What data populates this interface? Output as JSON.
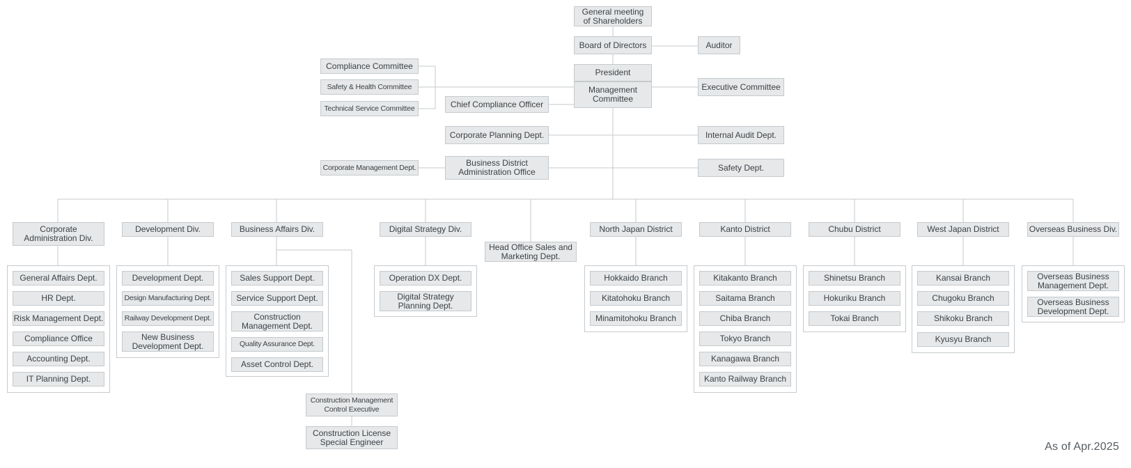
{
  "top": {
    "shareholders": "General meeting\nof Shareholders",
    "board": "Board of  Directors",
    "auditor": "Auditor",
    "president": "President",
    "management_committee": "Management\nCommittee",
    "executive_committee": "Executive Committee",
    "compliance_committee": "Compliance Committee",
    "safety_health_committee": "Safety & Health Committee",
    "technical_service_committee": "Technical Service Committee",
    "chief_compliance_officer": "Chief Compliance Officer",
    "corporate_planning": "Corporate Planning Dept.",
    "internal_audit": "Internal Audit Dept.",
    "corporate_management": "Corporate Management Dept.",
    "business_district_office": "Business District\nAdministration Office",
    "safety_dept": "Safety Dept."
  },
  "divisions": [
    {
      "name": "Corporate\nAdministration Div.",
      "units": [
        "General Affairs Dept.",
        "HR Dept.",
        "Risk Management Dept.",
        "Compliance Office",
        "Accounting Dept.",
        "IT Planning Dept."
      ]
    },
    {
      "name": "Development Div.",
      "units": [
        "Development Dept.",
        "Design Manufacturing Dept.",
        "Railway Development Dept.",
        "New Business\nDevelopment Dept."
      ]
    },
    {
      "name": "Business Affairs Div.",
      "units": [
        "Sales Support Dept.",
        "Service Support Dept.",
        "Construction\nManagement Dept.",
        "Quality Assurance Dept.",
        "Asset Control Dept."
      ]
    },
    {
      "name": "Digital Strategy Div.",
      "units": [
        "Operation DX Dept.",
        "Digital Strategy\nPlanning Dept."
      ]
    },
    {
      "name": "Head Office Sales and\nMarketing Dept.",
      "units": []
    },
    {
      "name": "North Japan District",
      "units": [
        "Hokkaido Branch",
        "Kitatohoku Branch",
        "Minamitohoku Branch"
      ]
    },
    {
      "name": "Kanto District",
      "units": [
        "Kitakanto Branch",
        "Saitama Branch",
        "Chiba Branch",
        "Tokyo Branch",
        "Kanagawa Branch",
        "Kanto Railway Branch"
      ]
    },
    {
      "name": "Chubu District",
      "units": [
        "Shinetsu Branch",
        "Hokuriku Branch",
        "Tokai Branch"
      ]
    },
    {
      "name": "West Japan District",
      "units": [
        "Kansai Branch",
        "Chugoku Branch",
        "Shikoku Branch",
        "Kyusyu Branch"
      ]
    },
    {
      "name": "Overseas Business Div.",
      "units": [
        "Overseas Business\nManagement Dept.",
        "Overseas Business\nDevelopment Dept."
      ]
    }
  ],
  "construction": {
    "executive": "Construction Management\nControl Executive",
    "engineer": "Construction License\nSpecial Engineer"
  },
  "as_of": "As of Apr.2025"
}
